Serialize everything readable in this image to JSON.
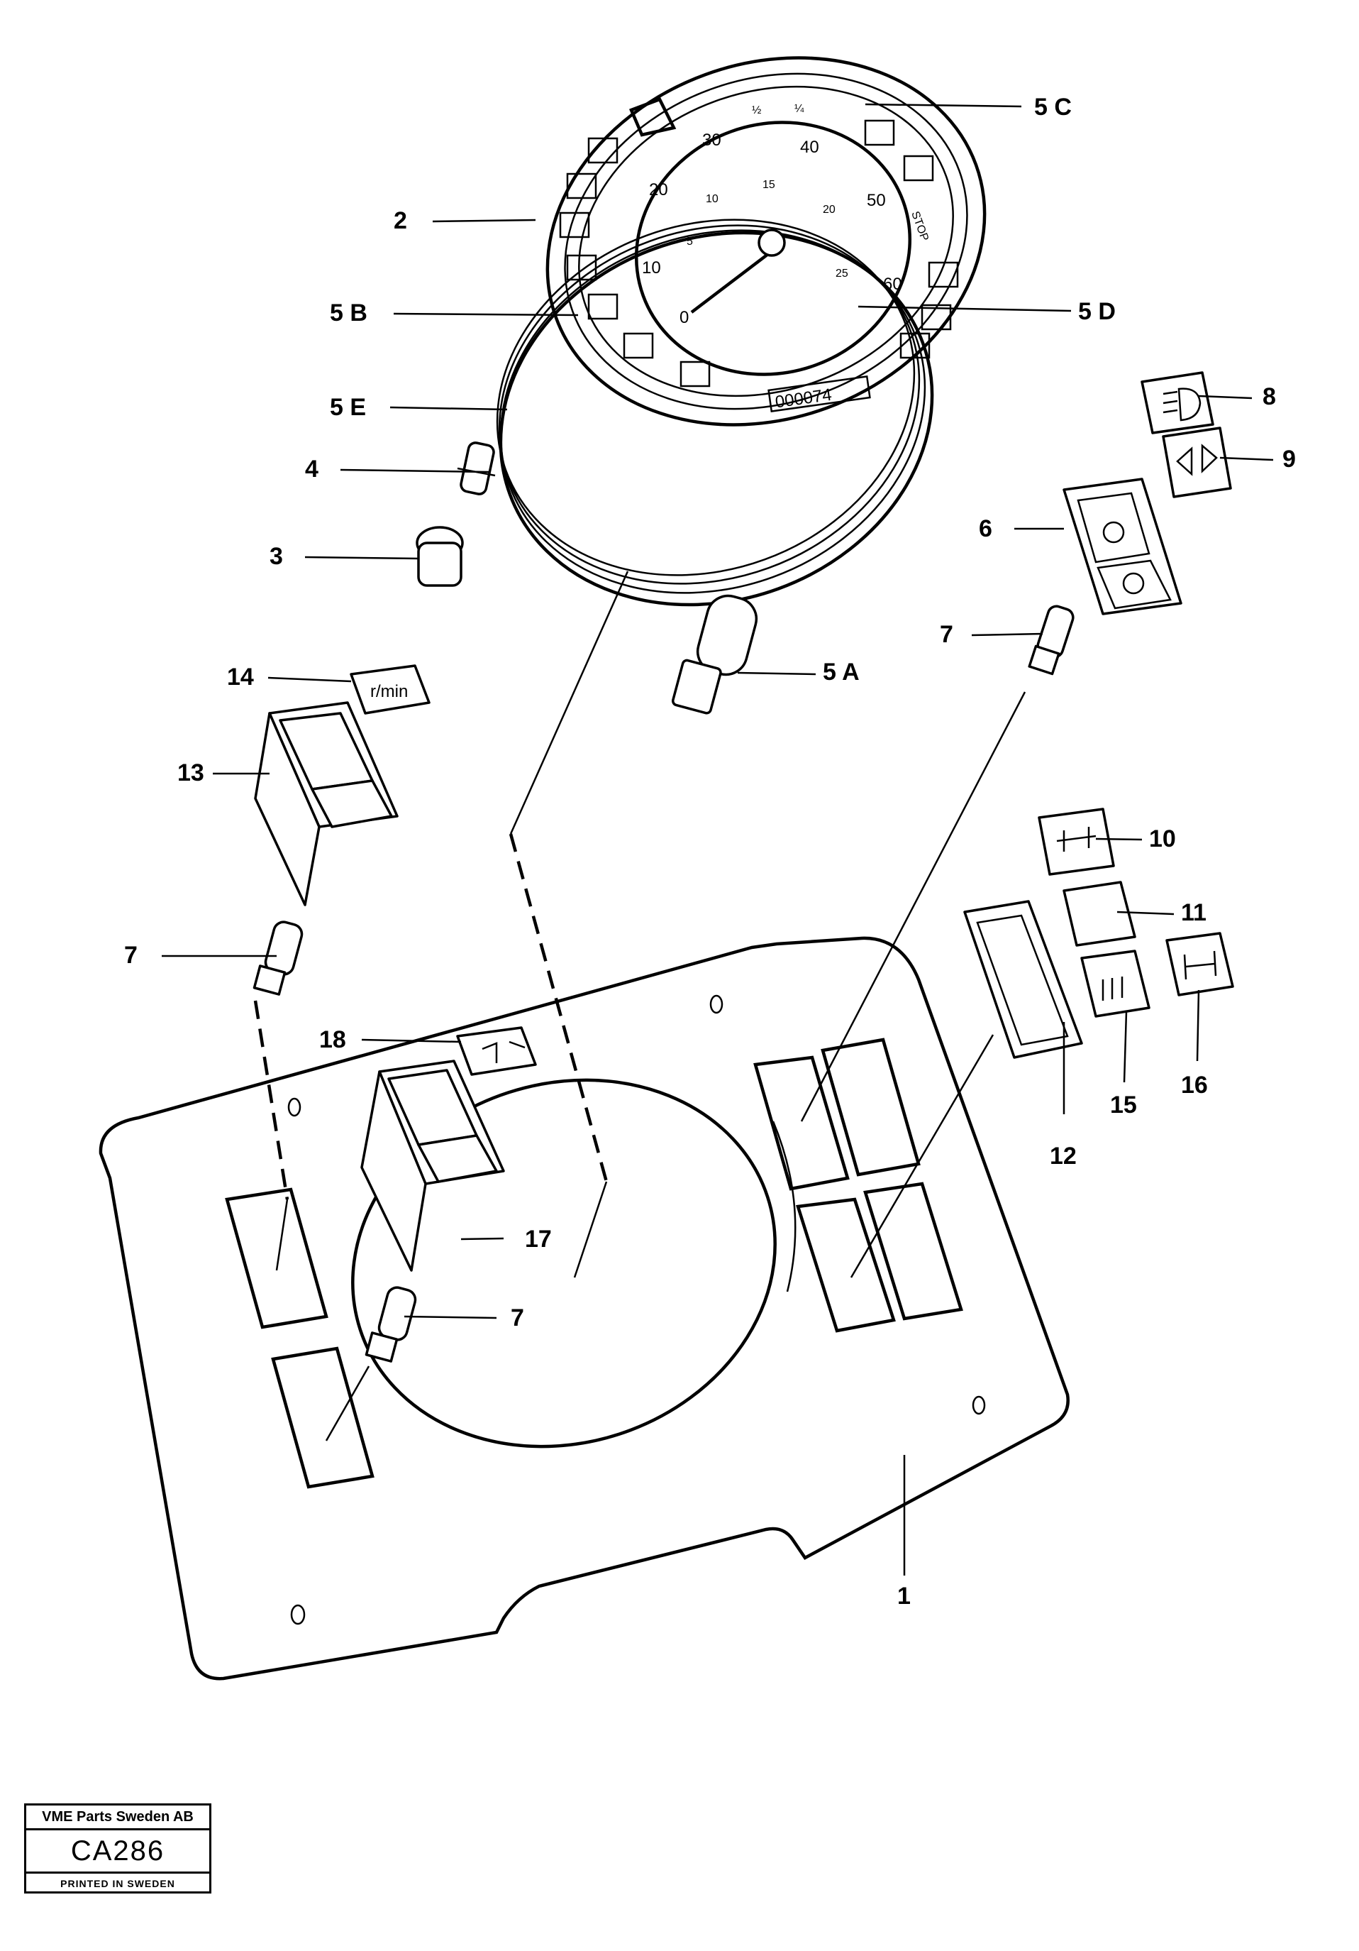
{
  "labels": {
    "l1": "1",
    "l2": "2",
    "l3": "3",
    "l4": "4",
    "l5a": "5 A",
    "l5b": "5 B",
    "l5c": "5 C",
    "l5d": "5 D",
    "l5e": "5 E",
    "l6": "6",
    "l7a": "7",
    "l7b": "7",
    "l7c": "7",
    "l8": "8",
    "l9": "9",
    "l10": "10",
    "l11": "11",
    "l12": "12",
    "l13": "13",
    "l14": "14",
    "l15": "15",
    "l16": "16",
    "l17": "17",
    "l18": "18"
  },
  "dial": {
    "speed_ticks": [
      "0",
      "10",
      "20",
      "30",
      "40",
      "50",
      "60"
    ],
    "inner_ticks": [
      "5",
      "10",
      "15",
      "20",
      "25"
    ],
    "odometer": "000074",
    "stop": "STOP",
    "fuel_marks": [
      "½",
      "¼"
    ]
  },
  "symbol_14": "r/min",
  "stamp": {
    "company": "VME Parts Sweden AB",
    "code": "CA286",
    "printed": "PRINTED IN SWEDEN"
  }
}
